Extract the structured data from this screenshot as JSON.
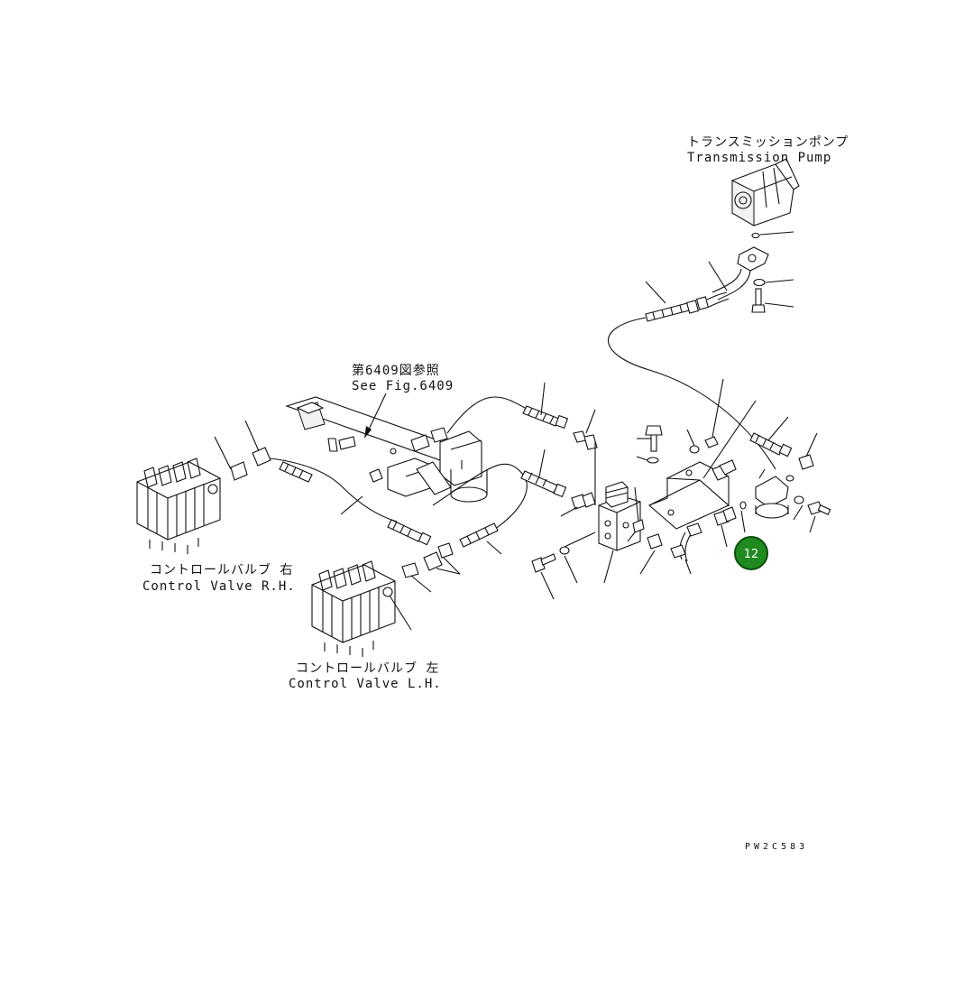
{
  "labels": {
    "transmission_pump_jp": "トランスミッションポンプ",
    "transmission_pump_en": "Transmission Pump",
    "see_fig_jp": "第6409図参照",
    "see_fig_en": "See Fig.6409",
    "control_valve_rh_jp": "コントロールバルブ 右",
    "control_valve_rh_en": "Control Valve R.H.",
    "control_valve_lh_jp": "コントロールバルブ 左",
    "control_valve_lh_en": "Control Valve L.H.",
    "drawing_code": "PW2C583"
  },
  "callout": {
    "number": "12",
    "color": "#1f8a1f",
    "border_color": "#0b4d0b"
  }
}
